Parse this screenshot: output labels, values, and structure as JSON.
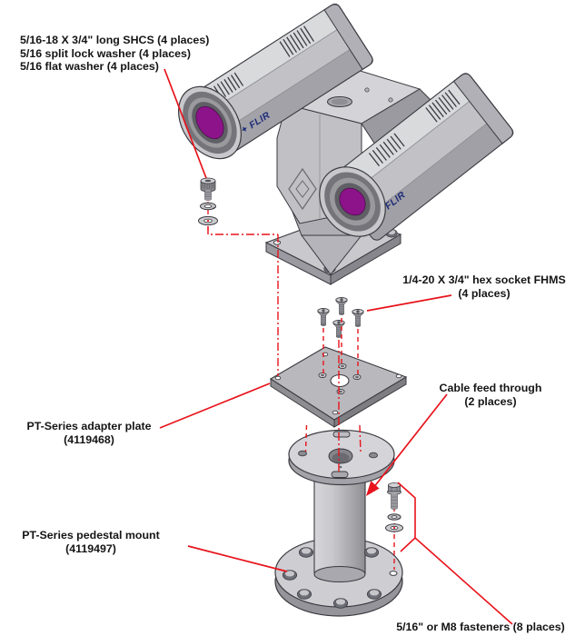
{
  "figure": {
    "brand_logo": "FLIR",
    "labels": {
      "shcs": [
        "5/16-18 X 3/4\" long SHCS (4 places)",
        "5/16 split lock washer (4 places)",
        "5/16 flat washer (4 places)"
      ],
      "fhms": [
        "1/4-20 X 3/4\" hex socket FHMS",
        "(4 places)"
      ],
      "cable_feed": [
        "Cable feed through",
        "(2 places)"
      ],
      "adapter_plate": [
        "PT-Series adapter plate",
        "(4119468)"
      ],
      "pedestal_mount": [
        "PT-Series pedestal mount",
        "(4119497)"
      ],
      "base_fasteners": [
        "5/16\" or M8 fasteners (8 places)"
      ]
    },
    "colors": {
      "leader_red": "#e8131b",
      "lens_purple": "#8c1389",
      "logo_navy": "#1e2b78",
      "body_gray": "#c2c2c6",
      "outline": "#3a3a40"
    }
  }
}
